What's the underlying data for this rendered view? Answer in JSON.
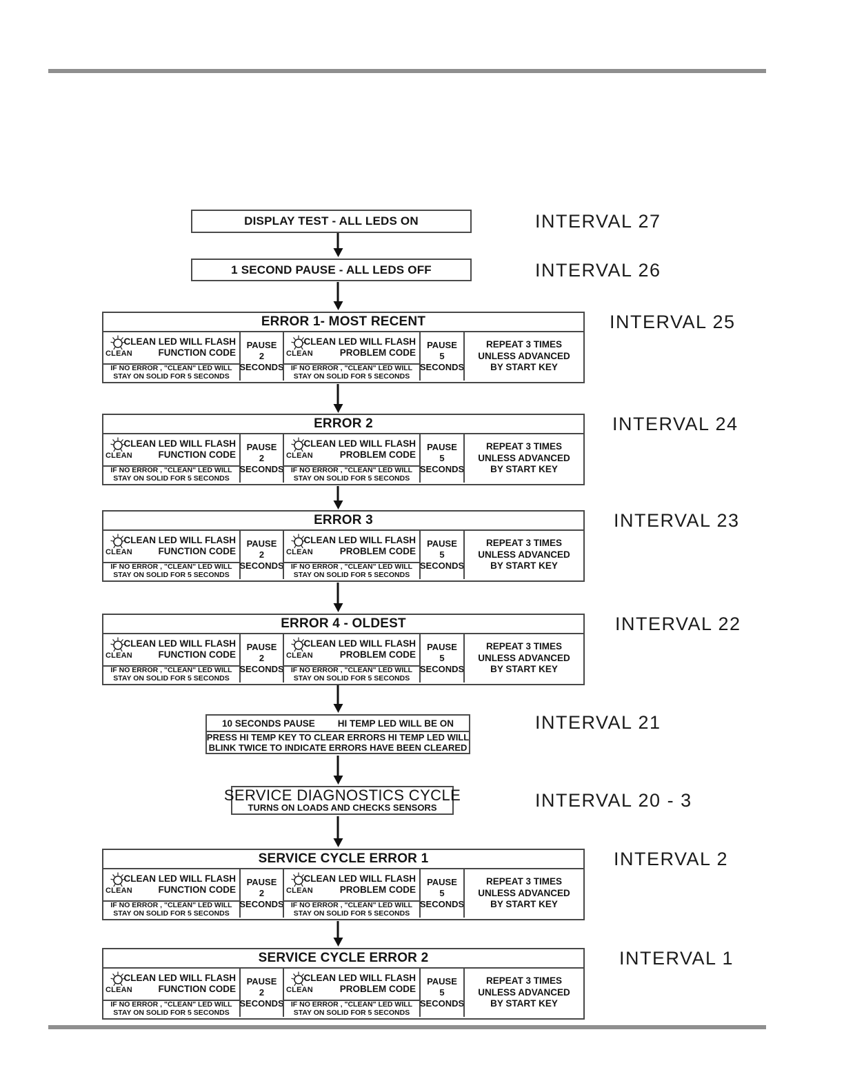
{
  "colors": {
    "rule": "#8f8f8f",
    "box_border": "#474747",
    "text": "#141414"
  },
  "flow": {
    "display_test_box": {
      "label": "DISPLAY TEST - ALL LEDS ON",
      "interval": "INTERVAL 27"
    },
    "pause_box": {
      "label": "1 SECOND PAUSE - ALL LEDS OFF",
      "interval": "INTERVAL 26"
    },
    "error_boxes": [
      {
        "title": "ERROR 1- MOST RECENT",
        "interval": "INTERVAL 25"
      },
      {
        "title": "ERROR 2",
        "interval": "INTERVAL 24"
      },
      {
        "title": "ERROR 3",
        "interval": "INTERVAL 23"
      },
      {
        "title": "ERROR 4 - OLDEST",
        "interval": "INTERVAL 22"
      },
      {
        "title": "SERVICE CYCLE ERROR 1",
        "interval": "INTERVAL 2"
      },
      {
        "title": "SERVICE CYCLE ERROR 2",
        "interval": "INTERVAL 1"
      }
    ],
    "error_cell": {
      "led_label": "CLEAN",
      "flash_line": "CLEAN LED WILL FLASH",
      "function_code": "FUNCTION CODE",
      "problem_code": "PROBLEM CODE",
      "no_error_line1": "IF NO ERROR , \"CLEAN\" LED WILL",
      "no_error_line2": "STAY ON SOLID FOR 5 SECONDS",
      "pause_word": "PAUSE",
      "pause2_value": "2",
      "pause5_value": "5",
      "seconds_word": "SECONDS",
      "repeat_line1": "REPEAT 3 TIMES",
      "repeat_line2": "UNLESS ADVANCED",
      "repeat_line3": "BY START KEY"
    },
    "hi_temp_box": {
      "pause_label": "10 SECONDS PAUSE",
      "led_label": "HI TEMP LED WILL BE ON",
      "line1": "PRESS HI TEMP KEY TO CLEAR ERRORS HI TEMP LED WILL",
      "line2": "BLINK TWICE TO INDICATE ERRORS HAVE BEEN CLEARED",
      "interval": "INTERVAL 21"
    },
    "service_box": {
      "title": "SERVICE DIAGNOSTICS CYCLE",
      "subtitle": "TURNS ON LOADS AND CHECKS SENSORS",
      "interval": "INTERVAL 20 - 3"
    }
  }
}
